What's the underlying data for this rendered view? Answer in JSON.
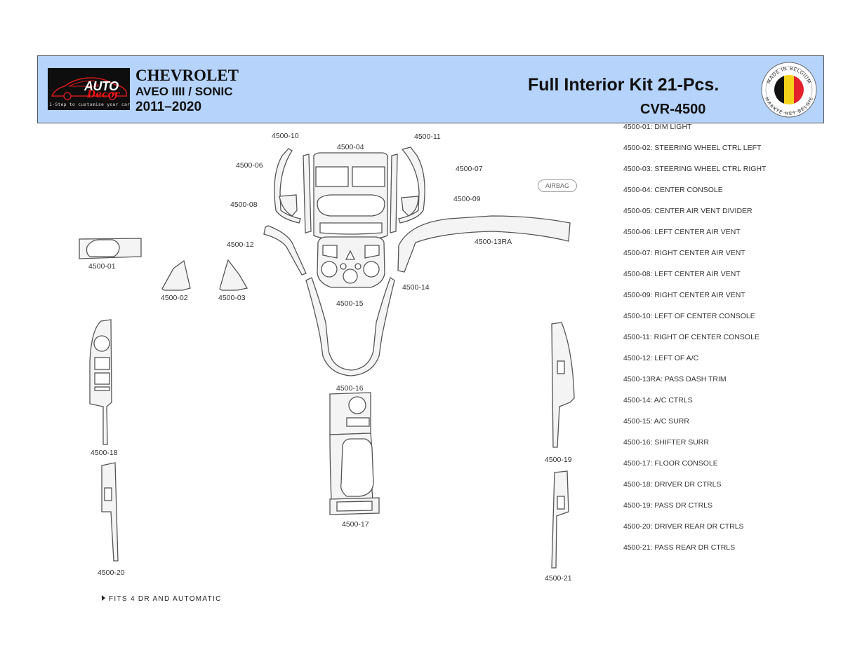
{
  "header": {
    "logo_auto": "AUTO",
    "logo_decor": "Decor",
    "logo_tagline": "1-Step to customise your car",
    "brand": "CHEVROLET",
    "model": "AVEO IIII / SONIC",
    "years": "2011–2020",
    "kit_title": "Full Interior Kit 21-Pcs.",
    "kit_code": "CVR-4500",
    "badge_top": "MADE IN BELGIUM",
    "badge_bottom": "MAAKTE HET BELGIE",
    "background_color": "#b5d3fb",
    "flag_colors": [
      "#111111",
      "#f4d21b",
      "#e3202b"
    ]
  },
  "parts": {
    "p01": "4500-01",
    "p02": "4500-02",
    "p03": "4500-03",
    "p04": "4500-04",
    "p06": "4500-06",
    "p07": "4500-07",
    "p08": "4500-08",
    "p09": "4500-09",
    "p10": "4500-10",
    "p11": "4500-11",
    "p12": "4500-12",
    "p13": "4500-13RA",
    "p14": "4500-14",
    "p15": "4500-15",
    "p16": "4500-16",
    "p17": "4500-17",
    "p18": "4500-18",
    "p19": "4500-19",
    "p20": "4500-20",
    "p21": "4500-21"
  },
  "airbag_label": "AIRBAG",
  "legend": [
    "4500-01: DIM LIGHT",
    "4500-02: STEERING WHEEL CTRL LEFT",
    "4500-03: STEERING WHEEL CTRL RIGHT",
    "4500-04: CENTER CONSOLE",
    "4500-05: CENTER AIR VENT DIVIDER",
    "4500-06: LEFT CENTER AIR VENT",
    "4500-07: RIGHT CENTER AIR VENT",
    "4500-08: LEFT CENTER AIR VENT",
    "4500-09: RIGHT CENTER AIR VENT",
    "4500-10: LEFT OF CENTER CONSOLE",
    "4500-11: RIGHT OF CENTER CONSOLE",
    "4500-12: LEFT OF A/C",
    "4500-13RA: PASS DASH TRIM",
    "4500-14: A/C CTRLS",
    "4500-15: A/C SURR",
    "4500-16: SHIFTER SURR",
    "4500-17: FLOOR CONSOLE",
    "4500-18: DRIVER DR CTRLS",
    "4500-19: PASS DR CTRLS",
    "4500-20: DRIVER REAR DR CTRLS",
    "4500-21: PASS REAR DR CTRLS"
  ],
  "footnote": "FITS 4 DR AND AUTOMATIC"
}
